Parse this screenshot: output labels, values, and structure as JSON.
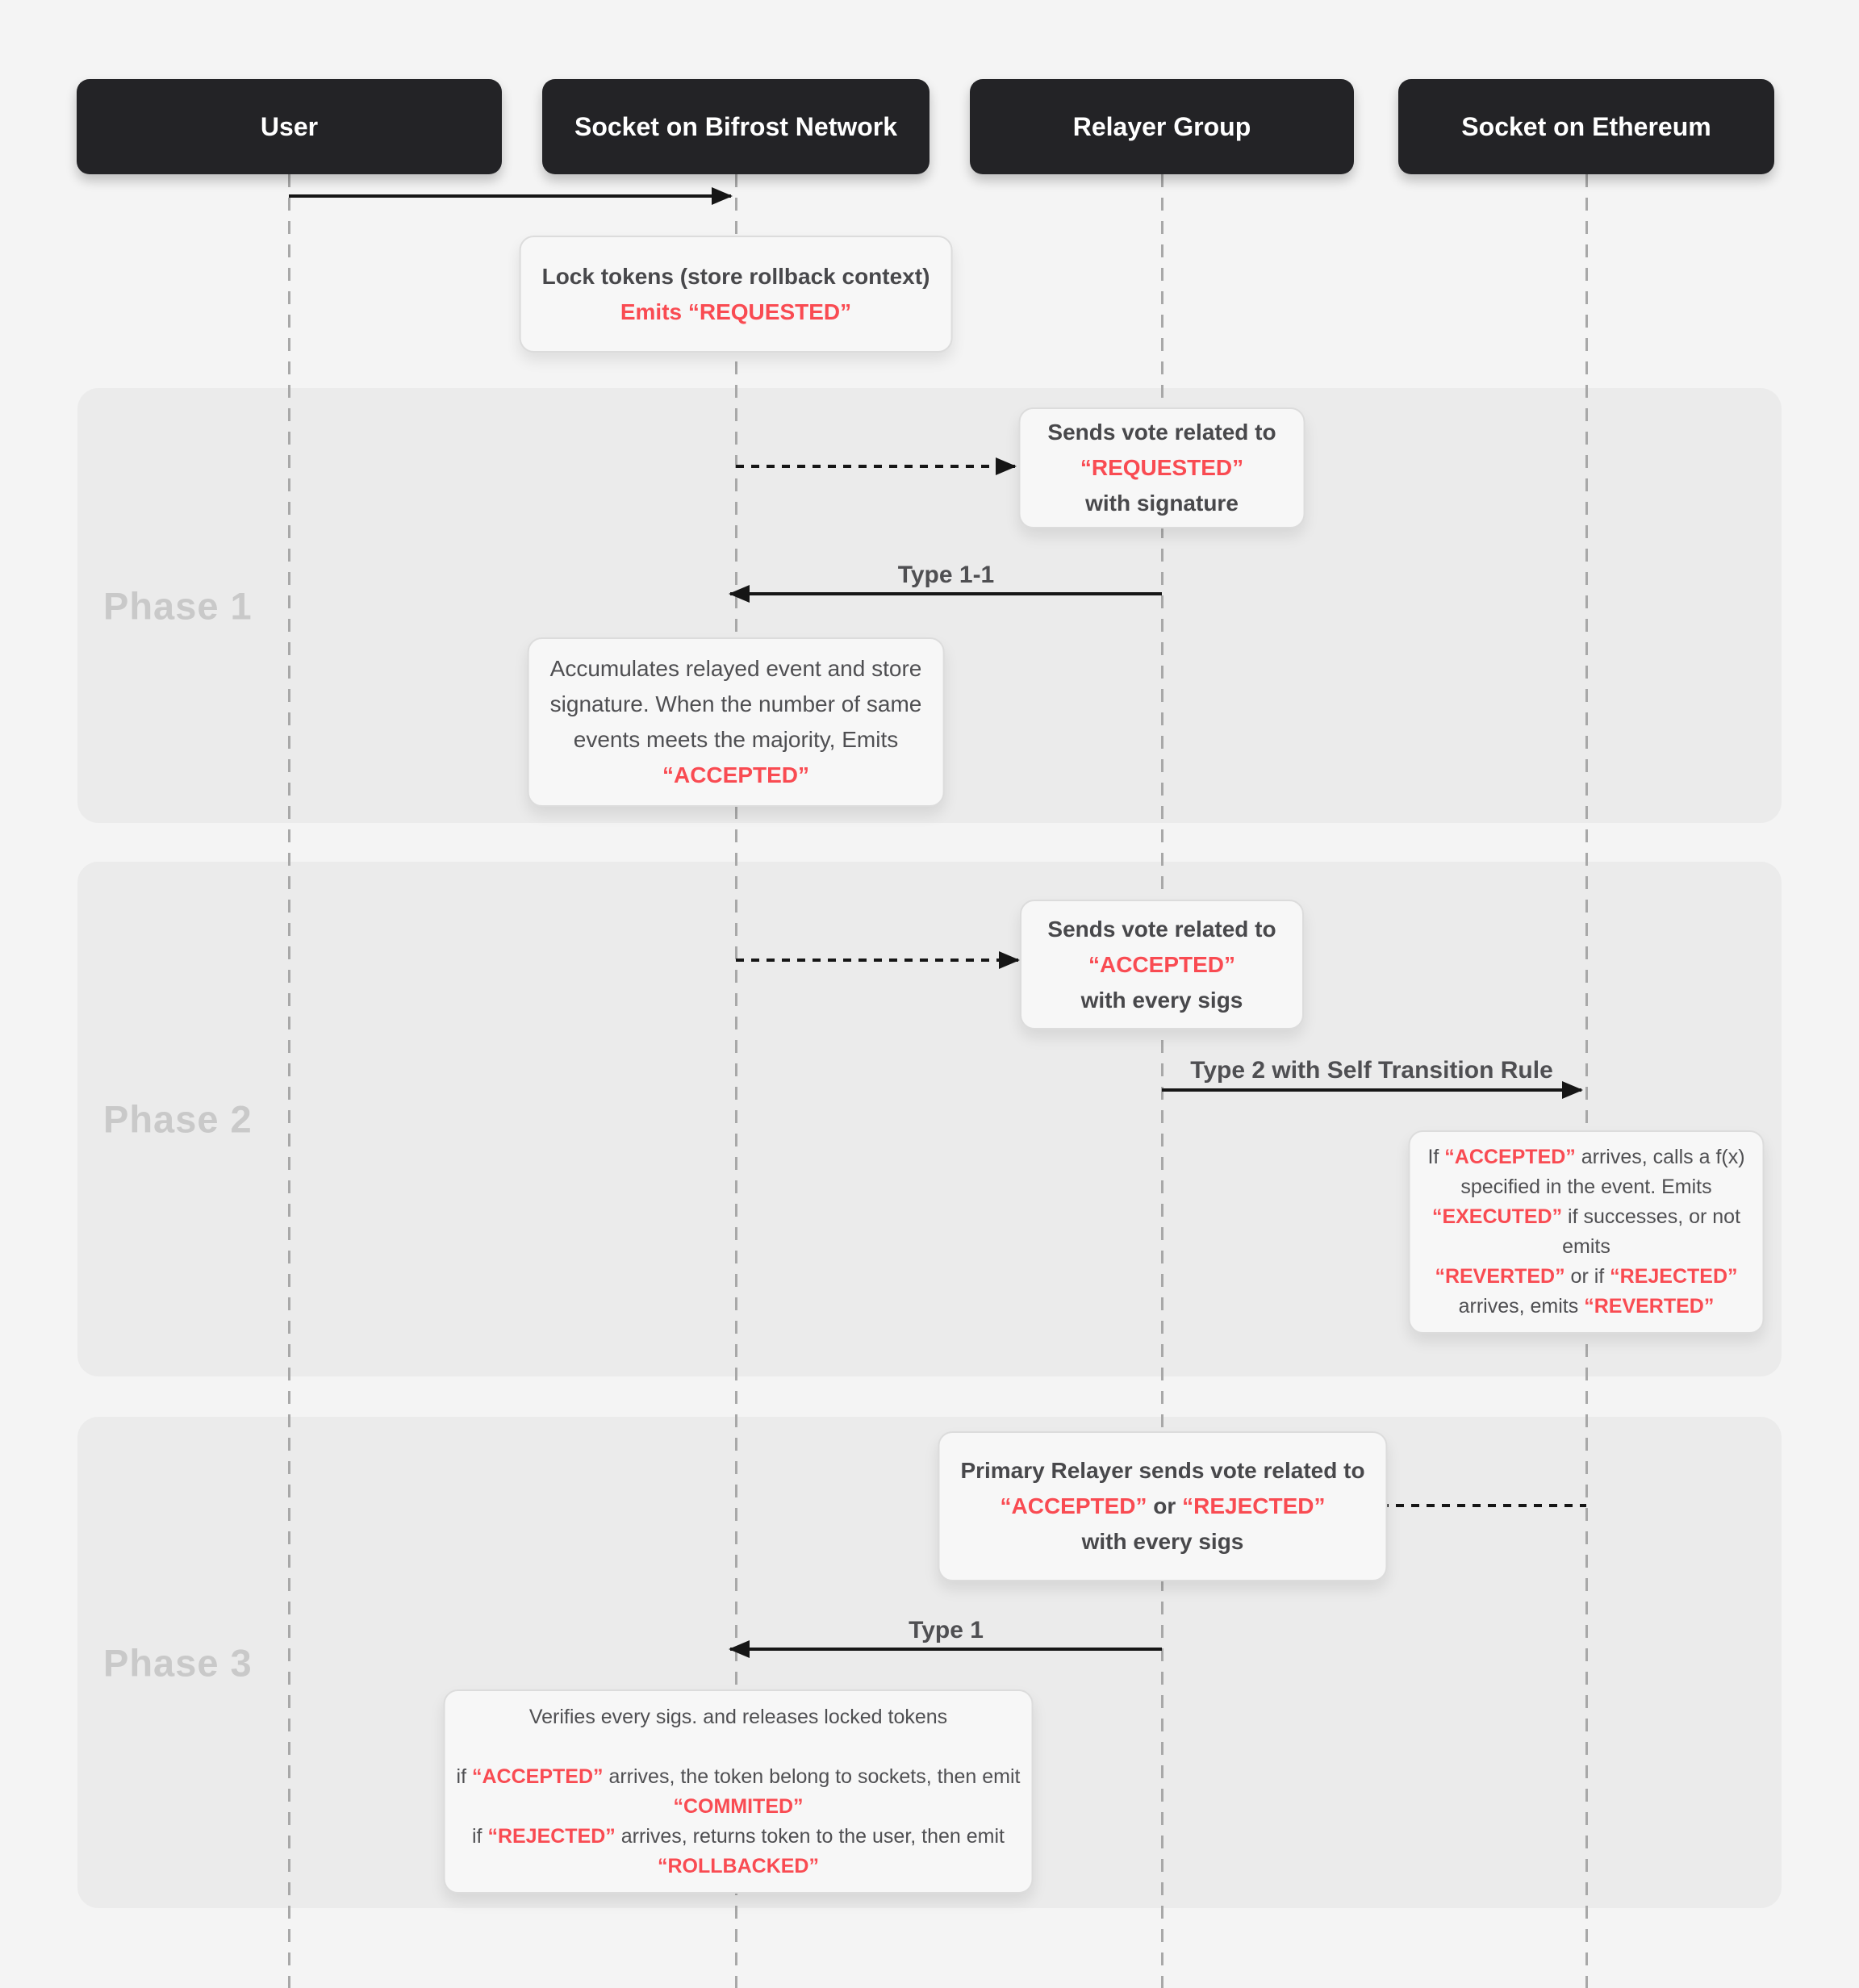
{
  "diagram": {
    "participants": [
      {
        "id": "user",
        "label": "User"
      },
      {
        "id": "socket-bifrost",
        "label": "Socket on Bifrost Network"
      },
      {
        "id": "relayer-group",
        "label": "Relayer Group"
      },
      {
        "id": "socket-ethereum",
        "label": "Socket on Ethereum"
      }
    ],
    "phases": [
      {
        "label": "Phase 1"
      },
      {
        "label": "Phase 2"
      },
      {
        "label": "Phase 3"
      }
    ],
    "messages": {
      "type_1_1": {
        "label": "Type 1-1"
      },
      "type_2": {
        "label": "Type 2 with Self Transition Rule"
      },
      "type_1": {
        "label": "Type 1"
      }
    },
    "notes": {
      "lock_tokens": {
        "lines": [
          [
            {
              "t": "Lock tokens (store rollback context)",
              "s": "bold"
            }
          ],
          [
            {
              "t": "Emits “REQUESTED”",
              "s": "red"
            }
          ]
        ]
      },
      "vote_requested": {
        "lines": [
          [
            {
              "t": "Sends vote related to",
              "s": "bold"
            }
          ],
          [
            {
              "t": "“REQUESTED”",
              "s": "red"
            }
          ],
          [
            {
              "t": "with signature",
              "s": "bold"
            }
          ]
        ]
      },
      "accumulates": {
        "lines": [
          [
            {
              "t": "Accumulates relayed event and store",
              "s": "plain"
            }
          ],
          [
            {
              "t": "signature. When the number of same",
              "s": "plain"
            }
          ],
          [
            {
              "t": "events meets the majority, Emits",
              "s": "plain"
            }
          ],
          [
            {
              "t": "“ACCEPTED”",
              "s": "red"
            }
          ]
        ]
      },
      "vote_accepted": {
        "lines": [
          [
            {
              "t": "Sends vote related to",
              "s": "bold"
            }
          ],
          [
            {
              "t": "“ACCEPTED”",
              "s": "red"
            }
          ],
          [
            {
              "t": "with every sigs",
              "s": "bold"
            }
          ]
        ]
      },
      "ethereum_execution": {
        "lines": [
          [
            {
              "t": "If ",
              "s": "plain"
            },
            {
              "t": "“ACCEPTED”",
              "s": "red"
            },
            {
              "t": " arrives, calls a f(x)",
              "s": "plain"
            }
          ],
          [
            {
              "t": "specified in the event. Emits",
              "s": "plain"
            }
          ],
          [
            {
              "t": "“EXECUTED”",
              "s": "red"
            },
            {
              "t": " if successes, or not",
              "s": "plain"
            }
          ],
          [
            {
              "t": "emits",
              "s": "plain"
            }
          ],
          [
            {
              "t": "“REVERTED”",
              "s": "red"
            },
            {
              "t": " or if ",
              "s": "plain"
            },
            {
              "t": "“REJECTED”",
              "s": "red"
            }
          ],
          [
            {
              "t": "arrives, emits ",
              "s": "plain"
            },
            {
              "t": "“REVERTED”",
              "s": "red"
            }
          ]
        ]
      },
      "primary_relayer_vote": {
        "lines": [
          [
            {
              "t": "Primary Relayer sends vote related to",
              "s": "bold"
            }
          ],
          [
            {
              "t": "“ACCEPTED”",
              "s": "red"
            },
            {
              "t": " or ",
              "s": "bold"
            },
            {
              "t": "“REJECTED”",
              "s": "red"
            }
          ],
          [
            {
              "t": "with every sigs",
              "s": "bold"
            }
          ]
        ]
      },
      "verify_release": {
        "lines": [
          [
            {
              "t": "Verifies every sigs. and releases locked tokens",
              "s": "plain"
            }
          ],
          [],
          [
            {
              "t": "if ",
              "s": "plain"
            },
            {
              "t": "“ACCEPTED”",
              "s": "red"
            },
            {
              "t": " arrives, the token belong to sockets, then emit",
              "s": "plain"
            }
          ],
          [
            {
              "t": "“COMMITED”",
              "s": "red"
            }
          ],
          [
            {
              "t": "if ",
              "s": "plain"
            },
            {
              "t": "“REJECTED”",
              "s": "red"
            },
            {
              "t": " arrives, returns token to the user, then emit",
              "s": "plain"
            }
          ],
          [
            {
              "t": "“ROLLBACKED”",
              "s": "red"
            }
          ]
        ]
      }
    },
    "colors": {
      "red": "#f94b52",
      "header_bg": "#232326",
      "page_bg": "#f4f4f4",
      "band_bg": "#ebebeb",
      "text_dark": "#4f4f52",
      "phase_label": "#c9c9c9",
      "arrow": "#161616",
      "lifeline": "#a8a8a8"
    }
  }
}
